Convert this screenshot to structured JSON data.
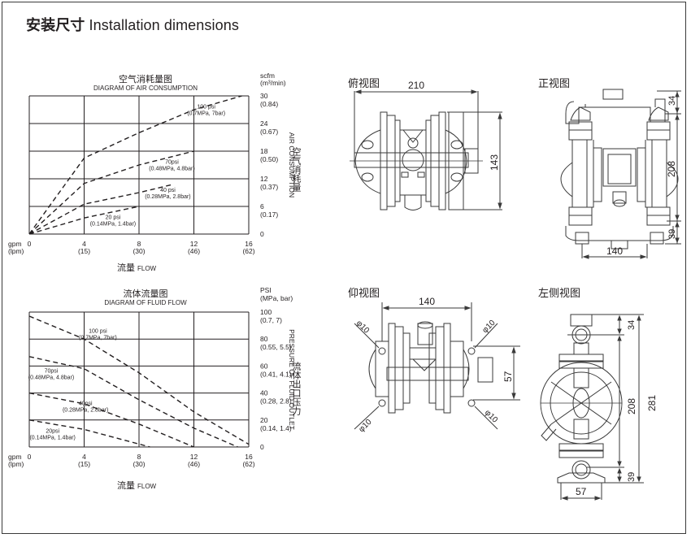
{
  "page": {
    "title_cn": "安装尺寸",
    "title_en": "Installation dimensions"
  },
  "chart_data": [
    {
      "type": "line",
      "title": "空气消耗量图",
      "subtitle": "DIAGRAM OF AIR CONSUMPTION",
      "xlabel_cn": "流量",
      "xlabel": "FLOW",
      "x_unit_primary": "gpm",
      "x_unit_secondary": "(lpm)",
      "x_ticks": [
        0,
        4,
        8,
        12,
        16
      ],
      "x_tick_labels_secondary": [
        "",
        "(15)",
        "(30)",
        "(46)",
        "(62)"
      ],
      "xlim": [
        0,
        16
      ],
      "ylabel_cn": "空气消耗量",
      "ylabel": "AIR CONSUMPTION",
      "y_unit_primary": "scfm",
      "y_unit_secondary": "(m³/min)",
      "y_ticks": [
        0,
        6,
        12,
        18,
        24,
        30
      ],
      "y_tick_labels_secondary": [
        "",
        "(0.17)",
        "(0.37)",
        "(0.50)",
        "(0.67)",
        "(0.84)"
      ],
      "ylim": [
        0,
        30
      ],
      "grid": true,
      "line_style": "dashed",
      "series": [
        {
          "name": "100 psi",
          "sub": "(0.7MPa, 7bar)",
          "points": [
            [
              0,
              0
            ],
            [
              4,
              16.5
            ],
            [
              8,
              22
            ],
            [
              12,
              27
            ],
            [
              15.5,
              30
            ]
          ],
          "label_at": [
            12.9,
            27.3
          ]
        },
        {
          "name": "70psi",
          "sub": "(0.48MPa, 4.8bar)",
          "points": [
            [
              0,
              0
            ],
            [
              4,
              11
            ],
            [
              8,
              15
            ],
            [
              12,
              18
            ]
          ],
          "label_at": [
            10.4,
            15.3
          ]
        },
        {
          "name": "40 psi",
          "sub": "(0.28MPa, 2.8bar)",
          "points": [
            [
              0,
              0
            ],
            [
              4,
              6.5
            ],
            [
              8,
              9
            ],
            [
              10.5,
              10.8
            ]
          ],
          "label_at": [
            10.1,
            9.2
          ]
        },
        {
          "name": "20 psi",
          "sub": "(0.14MPa, 1.4bar)",
          "points": [
            [
              0,
              0
            ],
            [
              4,
              3.5
            ],
            [
              8,
              6
            ]
          ],
          "label_at": [
            6.1,
            3.3
          ]
        }
      ]
    },
    {
      "type": "line",
      "title": "流体流量图",
      "subtitle": "DIAGRAM OF FLUID FLOW",
      "xlabel_cn": "流量",
      "xlabel": "FLOW",
      "x_unit_primary": "gpm",
      "x_unit_secondary": "(lpm)",
      "x_ticks": [
        0,
        4,
        8,
        12,
        16
      ],
      "x_tick_labels_secondary": [
        "",
        "(15)",
        "(30)",
        "(46)",
        "(62)"
      ],
      "xlim": [
        0,
        16
      ],
      "ylabel_cn": "流体出口压力",
      "ylabel": "PRESSURE OF FLUID OUTLET",
      "y_unit_primary": "PSI",
      "y_unit_secondary": "(MPa, bar)",
      "y_ticks": [
        0,
        20,
        40,
        60,
        80,
        100
      ],
      "y_tick_labels_secondary": [
        "",
        "(0.14, 1.4)",
        "(0.28, 2.8)",
        "(0.41, 4.1)",
        "(0.55, 5.5)",
        "(0.7, 7)"
      ],
      "ylim": [
        0,
        100
      ],
      "grid": true,
      "line_style": "dashed",
      "series": [
        {
          "name": "100 psi",
          "sub": "(0.7MPa, 7bar)",
          "points": [
            [
              0,
              97
            ],
            [
              4,
              80
            ],
            [
              8,
              55
            ],
            [
              12,
              26
            ],
            [
              16,
              2
            ]
          ],
          "label_at": [
            5.0,
            84.5
          ]
        },
        {
          "name": "70psi",
          "sub": "(0.48MPa, 4.8bar)",
          "points": [
            [
              0,
              67
            ],
            [
              4,
              58
            ],
            [
              8,
              35
            ],
            [
              12,
              14
            ],
            [
              15.2,
              0
            ]
          ],
          "label_at": [
            1.6,
            55
          ]
        },
        {
          "name": "40psi",
          "sub": "(0.28MPa, 2.8bar)",
          "points": [
            [
              0,
              40
            ],
            [
              4,
              32
            ],
            [
              8,
              17
            ],
            [
              12,
              0
            ]
          ],
          "label_at": [
            4.1,
            31
          ]
        },
        {
          "name": "20psi",
          "sub": "(0.14MPa, 1.4bar)",
          "points": [
            [
              0,
              20
            ],
            [
              4,
              13
            ],
            [
              8.8,
              0
            ]
          ],
          "label_at": [
            1.7,
            10.5
          ]
        }
      ]
    }
  ],
  "views": {
    "top": {
      "label": "俯视图",
      "dim_width": "210",
      "dim_height": "143"
    },
    "front": {
      "label": "正视图",
      "dim_top": "34",
      "dim_middle": "208",
      "dim_bottom": "39",
      "dim_base": "140"
    },
    "bottom": {
      "label": "仰视图",
      "dim_width": "140",
      "dim_height": "57",
      "hole_dia": "φ10"
    },
    "left": {
      "label": "左侧视图",
      "dim_top": "34",
      "dim_middle": "208",
      "dim_bottom": "39",
      "dim_total": "281",
      "dim_base": "57"
    }
  }
}
